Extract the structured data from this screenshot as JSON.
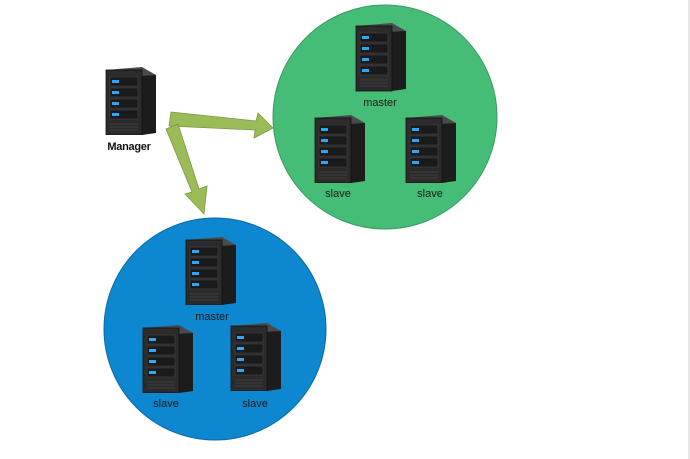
{
  "manager": {
    "label": "Manager",
    "icon": "server-tower-icon"
  },
  "clusters": [
    {
      "color": "#46bd77",
      "border": "#3a9a60",
      "master_label": "master",
      "slave_labels": [
        "slave",
        "slave"
      ]
    },
    {
      "color": "#0c87d0",
      "border": "#0a6aa8",
      "master_label": "master",
      "slave_labels": [
        "slave",
        "slave"
      ]
    }
  ],
  "arrow_color": "#9bbb59"
}
